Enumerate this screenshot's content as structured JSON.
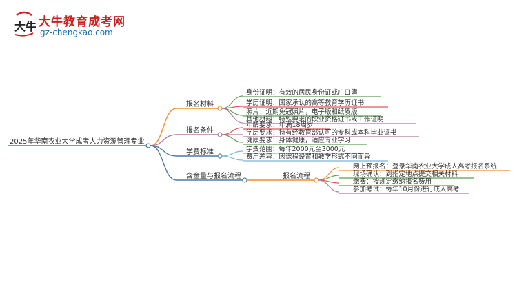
{
  "brand": {
    "title": "大牛教育成考网",
    "url": "gz-chengkao.com",
    "mark_text": "大牛"
  },
  "mindmap": {
    "root": "2025年华南农业大学成考人力资源管理专业",
    "branches": [
      {
        "label": "报名材料",
        "color": "#f28e2b",
        "items": [
          {
            "text": "身份证明：有效的居民身份证或户口簿",
            "color": "#59a14f"
          },
          {
            "text": "学历证明：国家承认的高等教育学历证书",
            "color": "#e15759"
          },
          {
            "text": "照片：近期免冠照片，电子版和纸质版",
            "color": "#59a14f"
          },
          {
            "text": "其他材料：特殊要求的职业资格证书或工作证明",
            "color": "#b07aa1"
          }
        ]
      },
      {
        "label": "报名条件",
        "color": "#b07aa1",
        "items": [
          {
            "text": "年龄要求：年满18周岁",
            "color": "#e15759"
          },
          {
            "text": "学历要求：持有经教育部认可的专科或本科毕业证书",
            "color": "#b07aa1"
          },
          {
            "text": "健康要求：身体健康，适应专业学习",
            "color": "#59a14f"
          }
        ]
      },
      {
        "label": "学费标准",
        "color": "#4e79a7",
        "items": [
          {
            "text": "学费范围：每年2000元至3000元",
            "color": "#76b7d9"
          },
          {
            "text": "费用差异：因课程设置和教学形式不同而异",
            "color": "#76b7d9"
          }
        ]
      },
      {
        "label": "含金量与报名流程",
        "color": "#4e79a7",
        "sub": {
          "label": "报名流程",
          "color": "#f28e2b",
          "items": [
            {
              "text": "网上预报名：登录华南农业大学成人高考报名系统",
              "color": "#f28e2b"
            },
            {
              "text": "现场确认：到指定地点提交相关材料",
              "color": "#59a14f"
            },
            {
              "text": "缴费：按规定缴纳报名费用",
              "color": "#e15759"
            },
            {
              "text": "参加考试：每年10月份进行成人高考",
              "color": "#b07aa1"
            }
          ]
        }
      }
    ]
  }
}
